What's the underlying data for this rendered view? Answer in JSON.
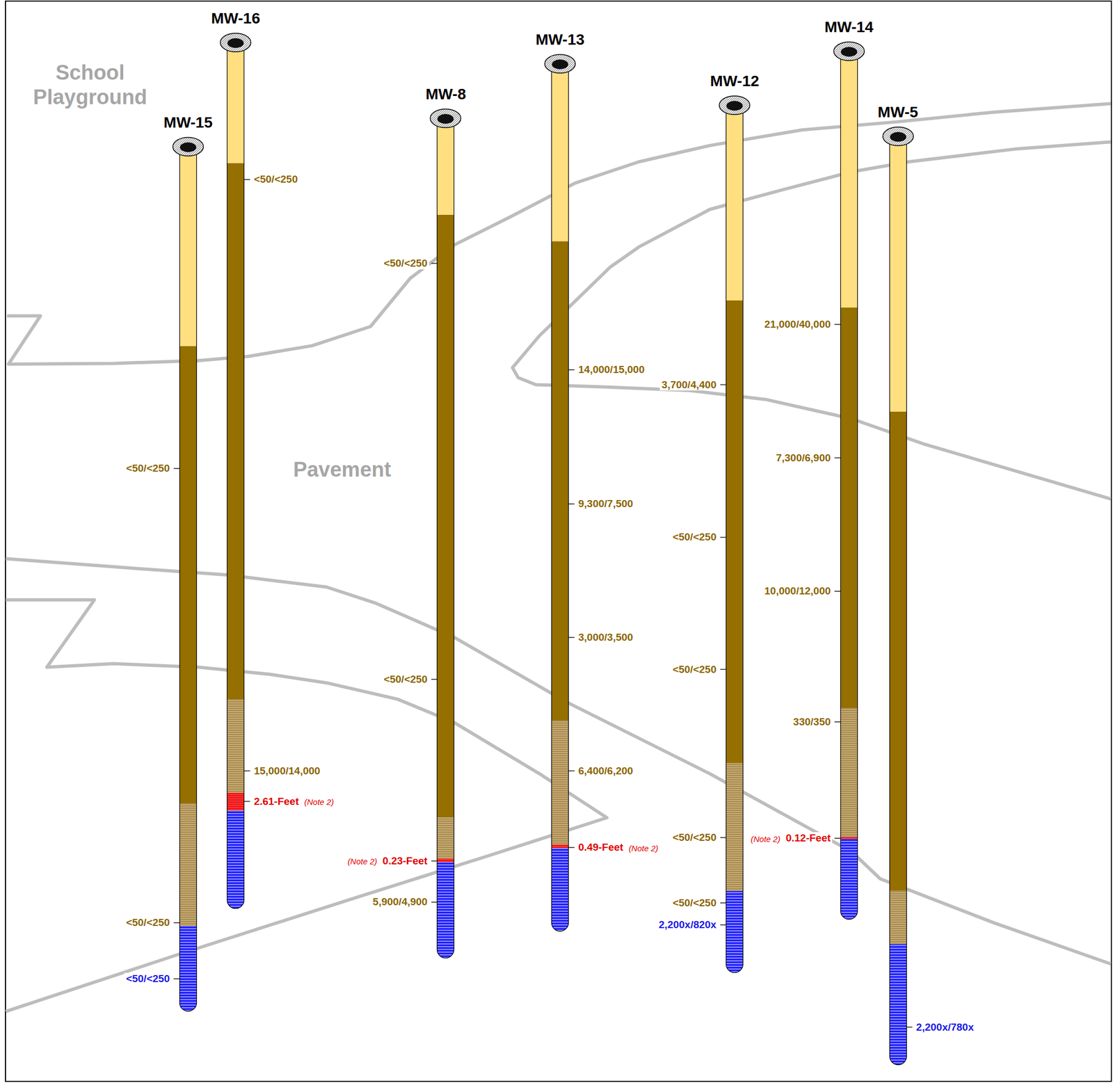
{
  "diagram": {
    "nodes": [
      {
        "text": [
          "MW-15"
        ]
      },
      {
        "text": [
          "MW-16"
        ]
      },
      {
        "text": [
          "MW-8"
        ]
      },
      {
        "text": [
          "MW-13"
        ]
      },
      {
        "text": [
          "MW-12"
        ]
      },
      {
        "text": [
          "MW-14"
        ]
      },
      {
        "text": [
          "MW-5"
        ]
      }
    ],
    "labels": [
      "School Playground",
      "Pavement",
      "<50/<250",
      "<50/<250",
      "<50/<250",
      "<50/<250",
      "15,000/14,000",
      "2.61-Feet",
      "(Note 2)",
      "<50/<250",
      "<50/<250",
      "(Note 2)",
      "0.23-Feet",
      "5,900/4,900",
      "14,000/15,000",
      "9,300/7,500",
      "3,000/3,500",
      "6,400/6,200",
      "0.49-Feet",
      "(Note 2)",
      "3,700/4,400",
      "<50/<250",
      "<50/<250",
      "<50/<250",
      "<50/<250",
      "2,200x/820x",
      "21,000/40,000",
      "7,300/6,900",
      "10,000/12,000",
      "330/350",
      "(Note 2)",
      "0.12-Feet",
      "2,200x/780x"
    ]
  }
}
